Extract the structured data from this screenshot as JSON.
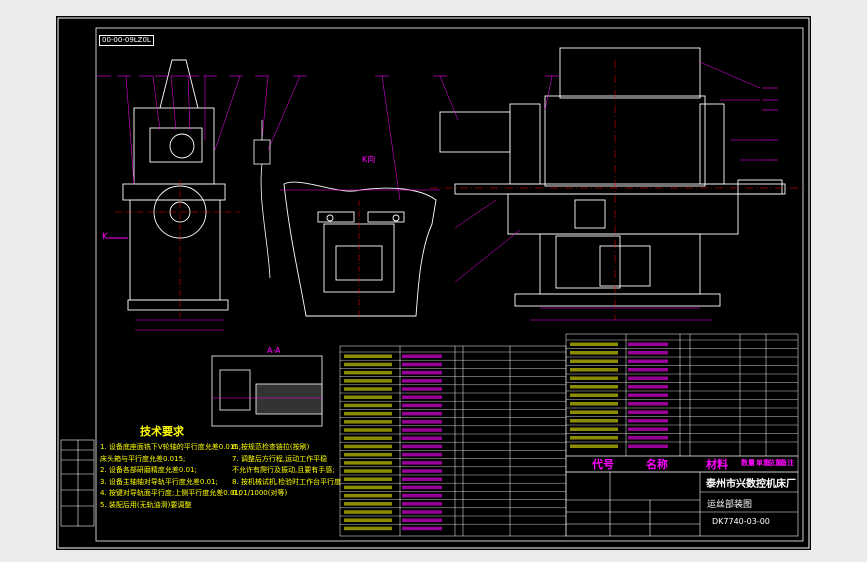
{
  "drawing": {
    "top_code": "00-00-09LZ0L",
    "view_label_k": "K向",
    "view_label_aa": "A-A",
    "arrow_k": "K"
  },
  "tech_requirements": {
    "title": "技术要求",
    "notes_left": [
      "1. 设备底座面铣下V轮轴的平行度允差0.015;",
      "   床头箱与平行度允差0.015;",
      "2. 设备各部研磨精度允差0.01;",
      "3. 设备主轴轴对导轨平行度允差0.01;",
      "4. 按键对导轨面平行度;上侧平行度允差0.01;",
      "5. 装配后用(无轨油滑)要调整"
    ],
    "notes_right": [
      "6. 按规范检查链拉(按刷)",
      "7. 调整后方行程,运动工作平稳",
      "   不允许有爬行及振动,且要有手感;",
      "8. 按机械试机,检验时工作台平行度",
      "   0.01/1000(对等)"
    ]
  },
  "bom_headers": [
    "代号",
    "名称",
    "材料",
    "数量",
    "单重",
    "总重",
    "备注"
  ],
  "title_block": {
    "company": "泰州市兴数控机床厂",
    "drawing_name": "运丝部装图",
    "drawing_number": "DK7740-03-00"
  },
  "colors": {
    "background": "#000000",
    "frame": "#ffffff",
    "text": "#ffff00",
    "annotation": "#ff00ff",
    "drawing": "#ffffff",
    "center": "#ff0000"
  }
}
